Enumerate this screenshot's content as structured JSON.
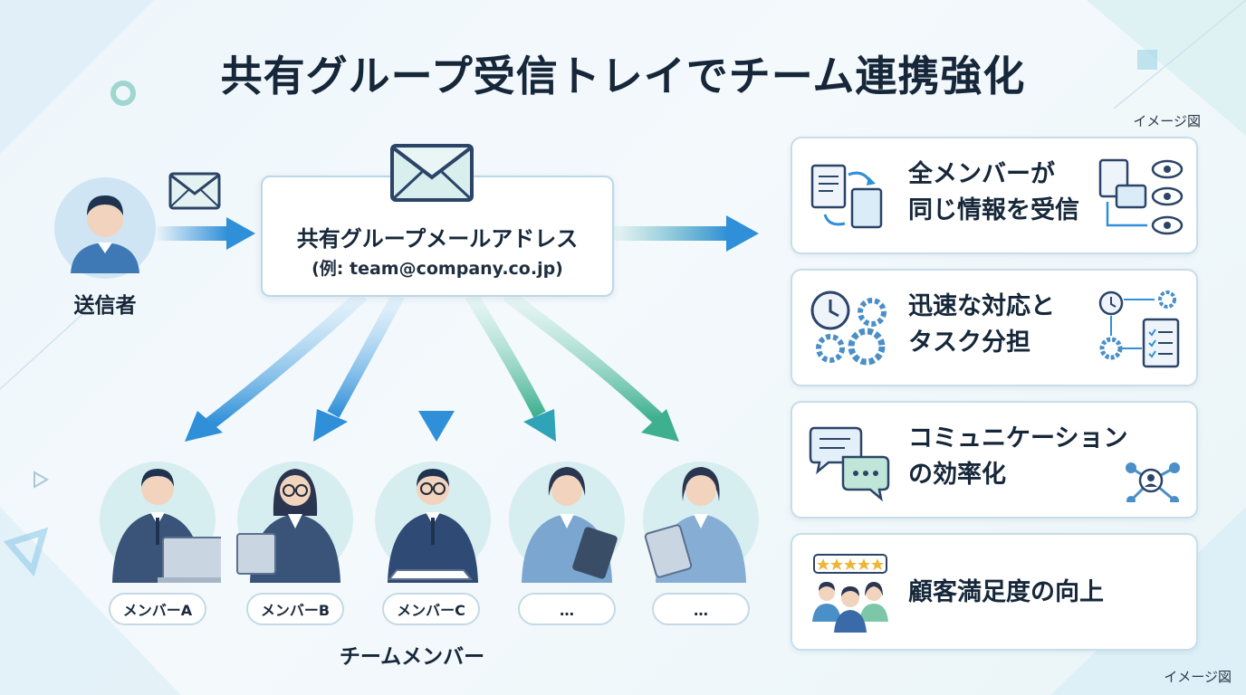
{
  "title": "共有グループ受信トレイでチーム連携強化",
  "caption_top": "イメージ図",
  "caption_bottom": "イメージ図",
  "sender": {
    "label": "送信者"
  },
  "shared_address": {
    "label": "共有グループメールアドレス",
    "example": "(例: team@company.co.jp)"
  },
  "team": {
    "label": "チームメンバー",
    "members": [
      "メンバーA",
      "メンバーB",
      "メンバーC",
      "…",
      "…"
    ]
  },
  "benefits": [
    {
      "line1": "全メンバーが",
      "line2": "同じ情報を受信"
    },
    {
      "line1": "迅速な対応と",
      "line2": "タスク分担"
    },
    {
      "line1": "コミュニケーション",
      "line2": "の効率化"
    },
    {
      "line1": "顧客満足度の向上",
      "line2": ""
    }
  ],
  "colors": {
    "arrow_blue": "#2f8fd8",
    "arrow_teal": "#46b3a6",
    "navy": "#2b4468",
    "card_border": "#c8dde9"
  }
}
